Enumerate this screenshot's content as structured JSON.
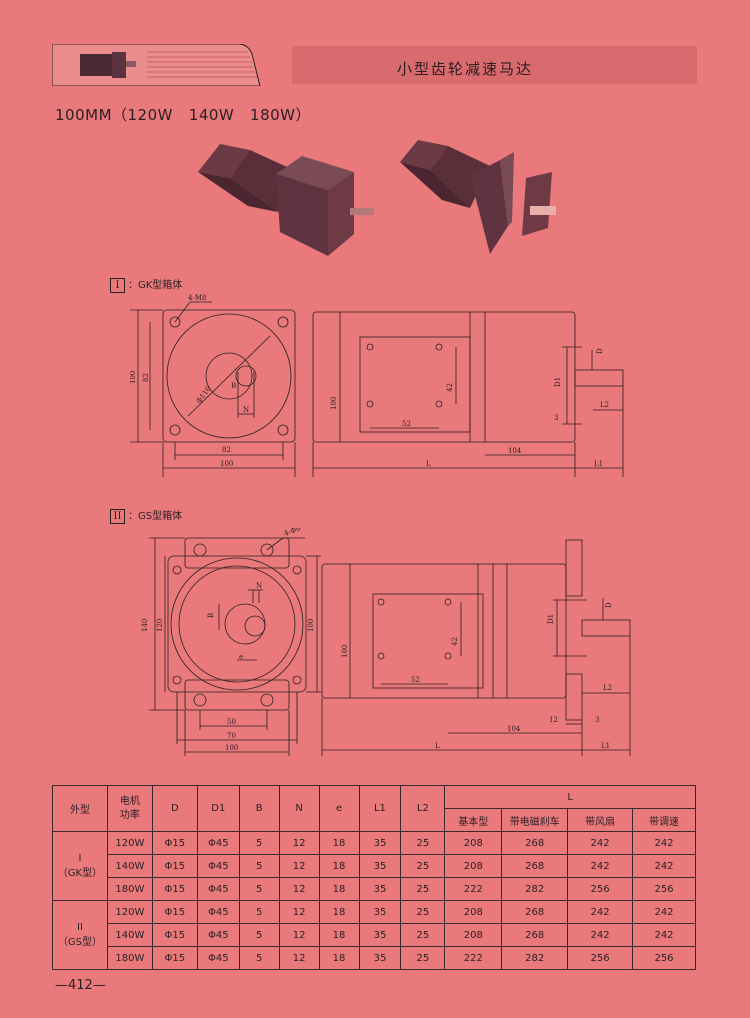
{
  "header": {
    "title": "小型齿轮减速马达"
  },
  "subtitle": "100MM（120W   140W   180W）",
  "sections": {
    "gk": {
      "roman": "I",
      "label": "：GK型箱体"
    },
    "gs": {
      "roman": "II",
      "label": "：GS型箱体"
    }
  },
  "gk_dims": {
    "hole": "4-M8",
    "pcd": "Φ116",
    "B": "B",
    "N": "N",
    "D": "D",
    "D1": "D1",
    "h100": "100",
    "h82": "82",
    "w82": "82",
    "w100": "100",
    "side100": "100",
    "d52": "52",
    "d42": "42",
    "d104": "104",
    "d3": "3",
    "L": "L",
    "L1": "L1",
    "L2": "L2"
  },
  "gs_dims": {
    "hole": "4-Φ9",
    "B": "B",
    "N": "N",
    "e": "e",
    "D": "D",
    "D1": "D1",
    "h140": "140",
    "h120": "120",
    "h100r": "100",
    "w50": "50",
    "w70": "70",
    "w100": "100",
    "side100": "100",
    "d52": "52",
    "d42": "42",
    "d104": "104",
    "d12": "12",
    "d3": "3",
    "L": "L",
    "L1": "L1",
    "L2": "L2"
  },
  "table": {
    "headers": {
      "type": "外型",
      "power": "电机\n功率",
      "D": "D",
      "D1": "D1",
      "B": "B",
      "N": "N",
      "e": "e",
      "L1": "L1",
      "L2": "L2",
      "L": "L",
      "basic": "基本型",
      "brake": "带电磁刹车",
      "fan": "带风扇",
      "speed": "带调速"
    },
    "groups": [
      {
        "label1": "I",
        "label2": "（GK型）",
        "rows": [
          {
            "power": "120W",
            "D": "Φ15",
            "D1": "Φ45",
            "B": "5",
            "N": "12",
            "e": "18",
            "L1": "35",
            "L2": "25",
            "basic": "208",
            "brake": "268",
            "fan": "242",
            "speed": "242"
          },
          {
            "power": "140W",
            "D": "Φ15",
            "D1": "Φ45",
            "B": "5",
            "N": "12",
            "e": "18",
            "L1": "35",
            "L2": "25",
            "basic": "208",
            "brake": "268",
            "fan": "242",
            "speed": "242"
          },
          {
            "power": "180W",
            "D": "Φ15",
            "D1": "Φ45",
            "B": "5",
            "N": "12",
            "e": "18",
            "L1": "35",
            "L2": "25",
            "basic": "222",
            "brake": "282",
            "fan": "256",
            "speed": "256"
          }
        ]
      },
      {
        "label1": "II",
        "label2": "（GS型）",
        "rows": [
          {
            "power": "120W",
            "D": "Φ15",
            "D1": "Φ45",
            "B": "5",
            "N": "12",
            "e": "18",
            "L1": "35",
            "L2": "25",
            "basic": "208",
            "brake": "268",
            "fan": "242",
            "speed": "242"
          },
          {
            "power": "140W",
            "D": "Φ15",
            "D1": "Φ45",
            "B": "5",
            "N": "12",
            "e": "18",
            "L1": "35",
            "L2": "25",
            "basic": "208",
            "brake": "268",
            "fan": "242",
            "speed": "242"
          },
          {
            "power": "180W",
            "D": "Φ15",
            "D1": "Φ45",
            "B": "5",
            "N": "12",
            "e": "18",
            "L1": "35",
            "L2": "25",
            "basic": "222",
            "brake": "282",
            "fan": "256",
            "speed": "256"
          }
        ]
      }
    ]
  },
  "page_number": "—412—"
}
